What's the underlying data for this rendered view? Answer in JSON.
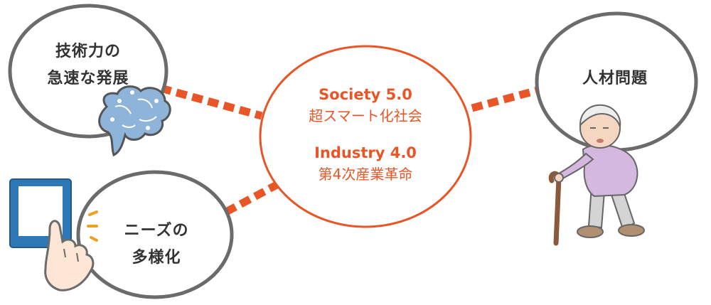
{
  "center": {
    "society_en": "Society 5.0",
    "society_ja": "超スマート化社会",
    "industry_en": "Industry 4.0",
    "industry_ja": "第4次産業革命"
  },
  "bubbles": {
    "tech": {
      "line1": "技術力の",
      "line2": "急速な発展"
    },
    "needs": {
      "line1": "ニーズの",
      "line2": "多様化"
    },
    "talent": {
      "line1": "人材問題"
    }
  },
  "colors": {
    "accent": "#e85527",
    "bubble_stroke": "#6b6b6b",
    "text": "#333333"
  },
  "icons": [
    "brain-icon",
    "tablet-hand-icon",
    "elderly-person-icon"
  ]
}
